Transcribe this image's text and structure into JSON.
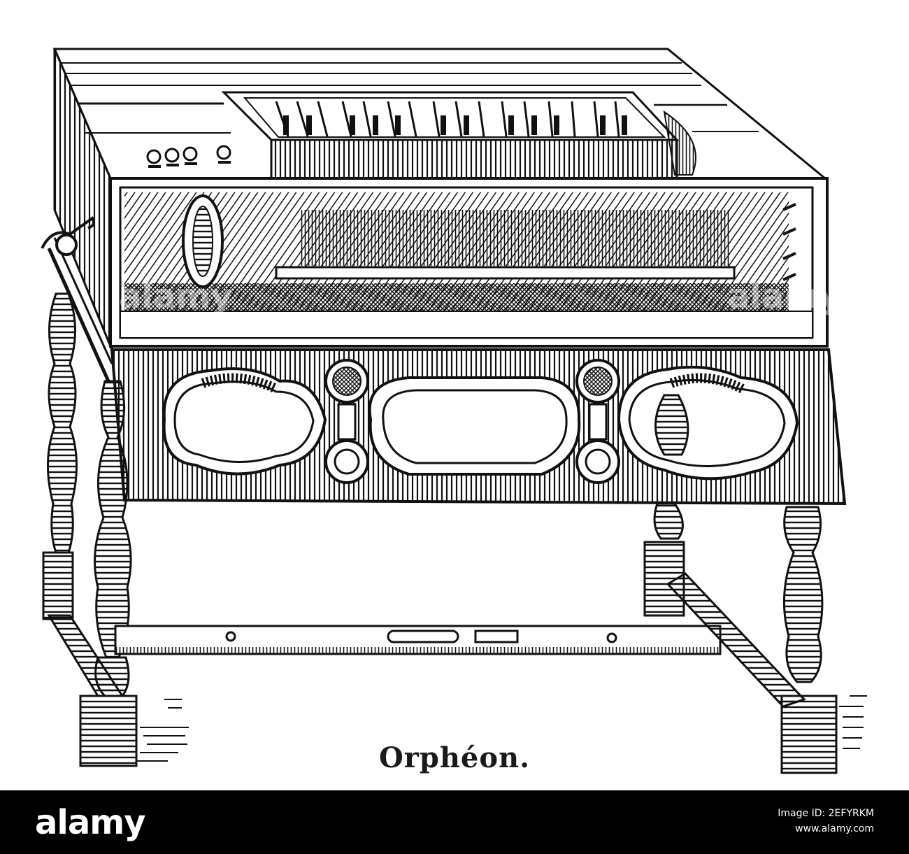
{
  "illustration": {
    "subject": "orpheon-engraving",
    "caption": "Orphéon."
  },
  "watermark": {
    "text_1": "alamy",
    "text_2": "alamy"
  },
  "footer": {
    "logo_text": "alamy",
    "image_id_label": "Image ID: 2EFYRKM",
    "url": "www.alamy.com"
  }
}
